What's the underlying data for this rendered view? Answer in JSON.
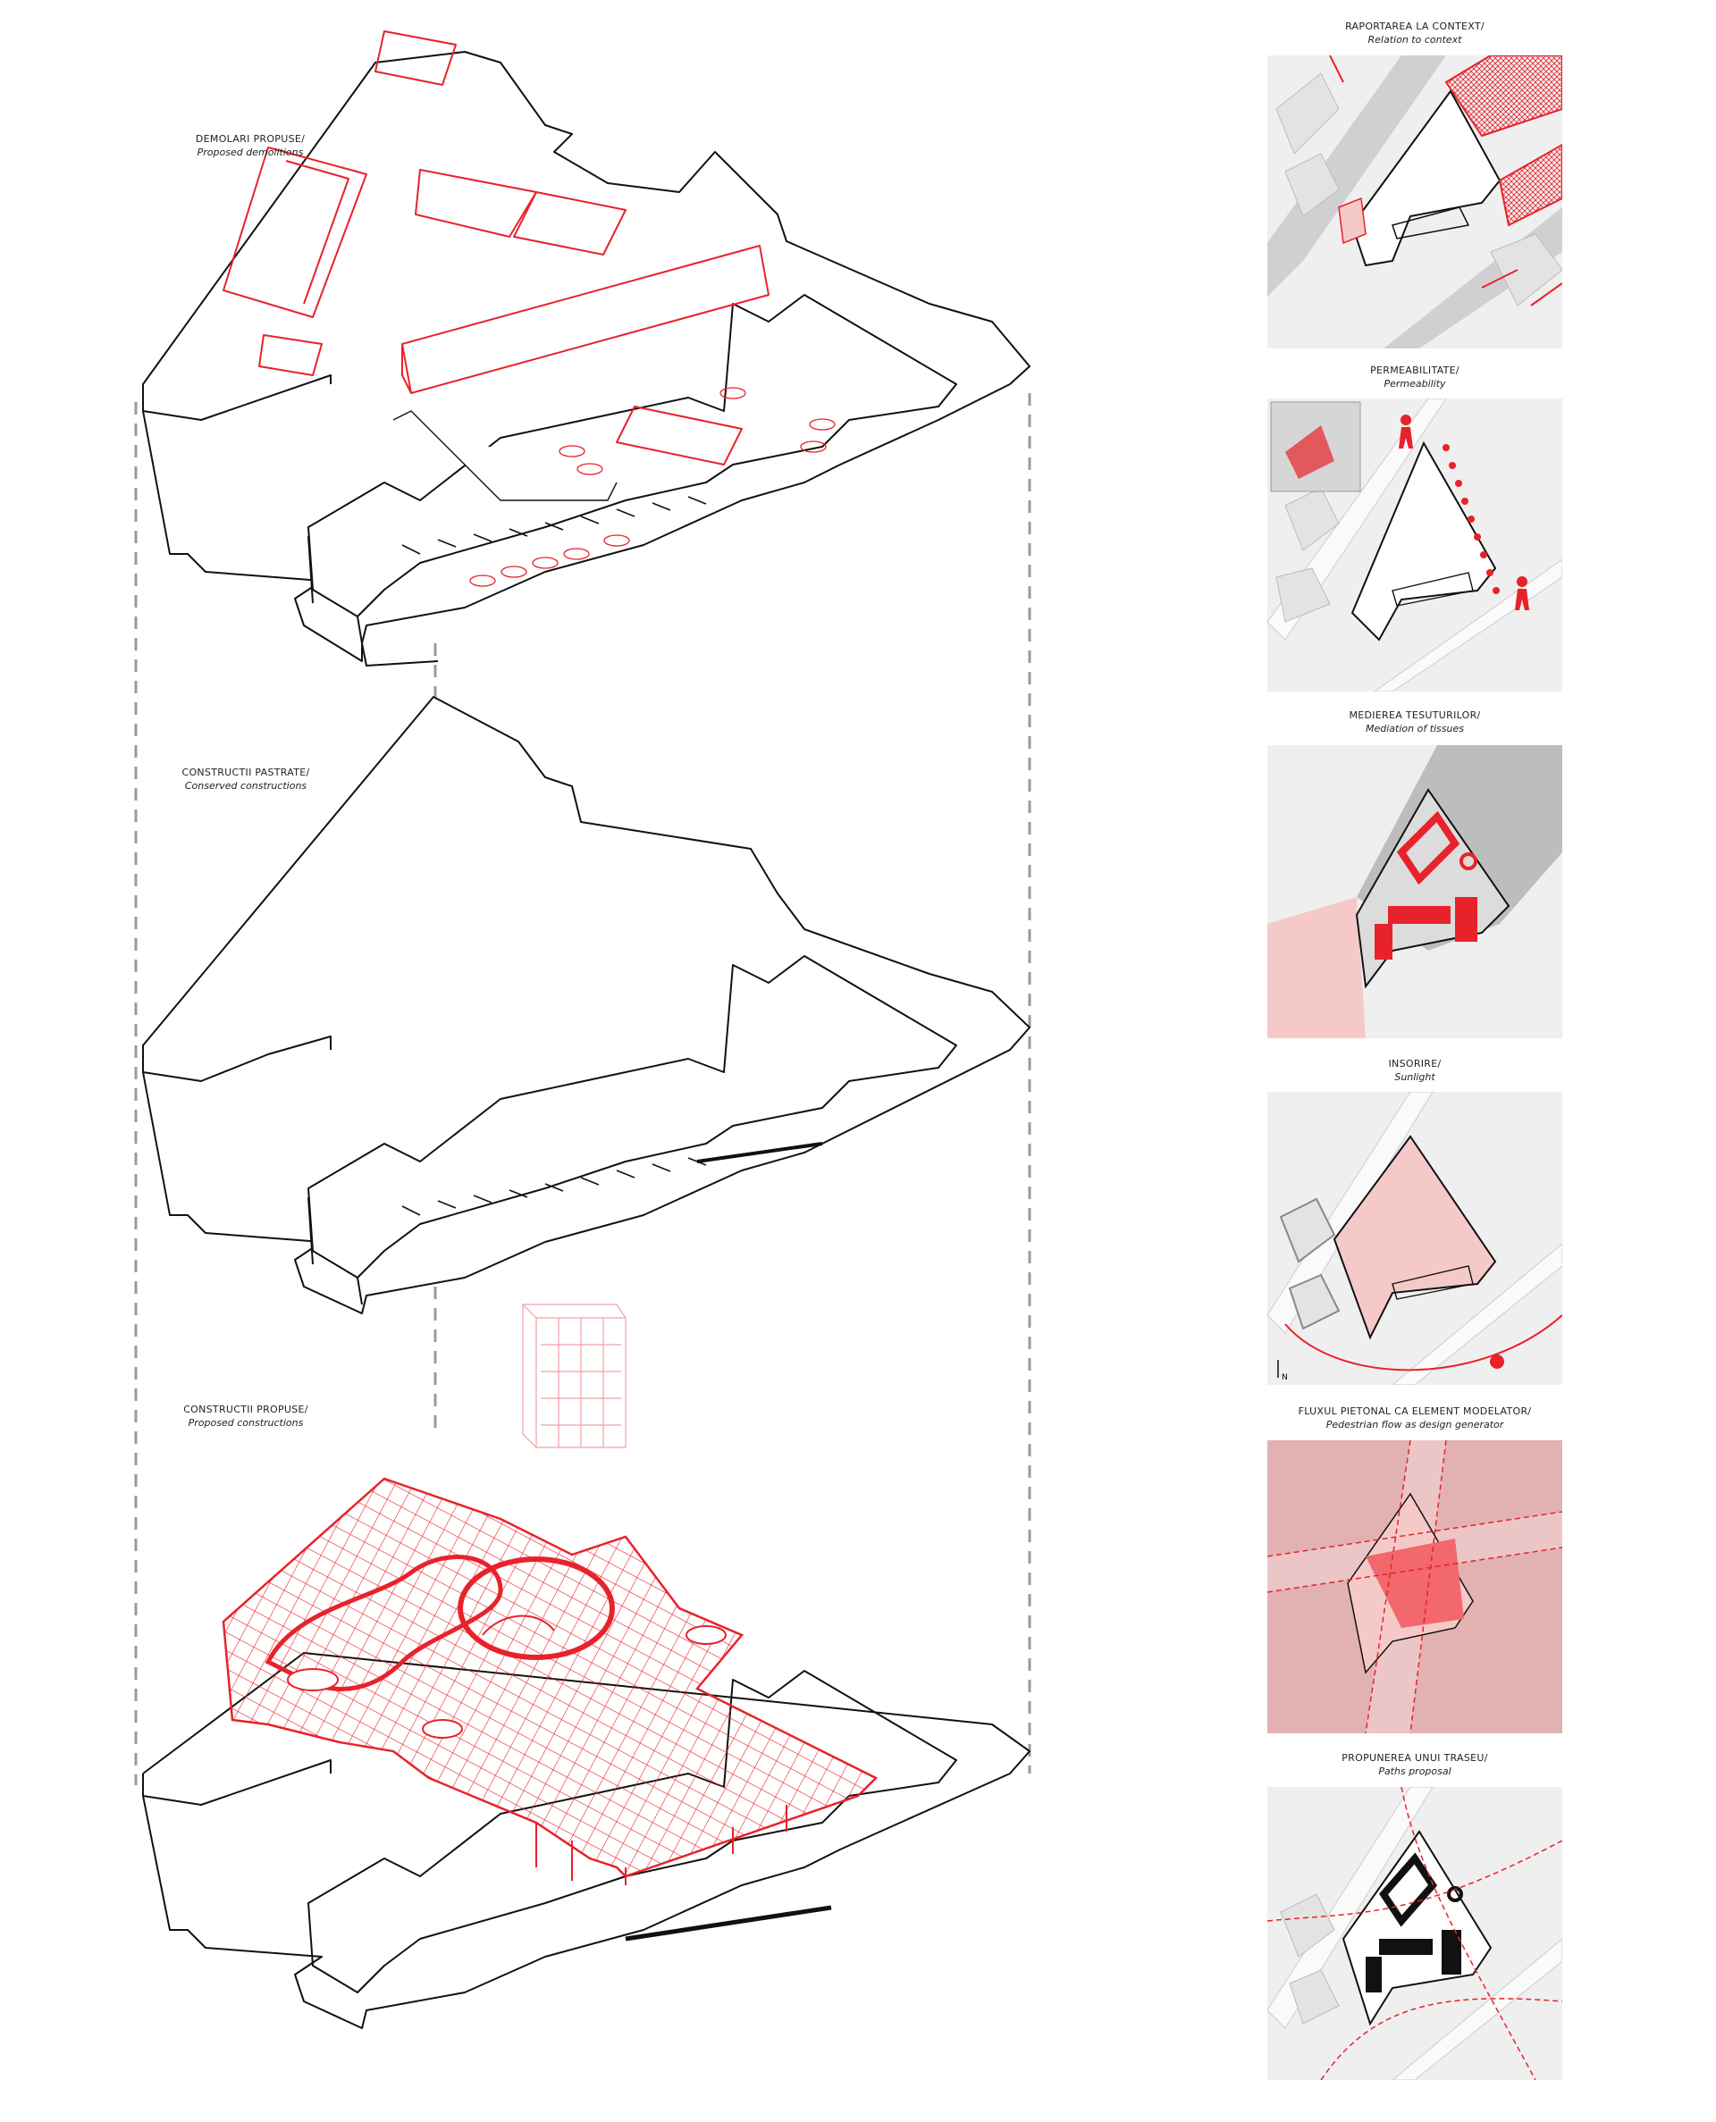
{
  "axonometric_layers": [
    {
      "title": "DEMOLARI PROPUSE/",
      "subtitle": "Proposed demolitions"
    },
    {
      "title": "CONSTRUCTII PASTRATE/",
      "subtitle": "Conserved constructions"
    },
    {
      "title": "CONSTRUCTII PROPUSE/",
      "subtitle": "Proposed constructions"
    }
  ],
  "analysis_panels": [
    {
      "title": "RAPORTAREA LA CONTEXT/",
      "subtitle": "Relation to context"
    },
    {
      "title": "PERMEABILITATE/",
      "subtitle": "Permeability"
    },
    {
      "title": "MEDIEREA TESUTURILOR/",
      "subtitle": "Mediation of tissues"
    },
    {
      "title": "INSORIRE/",
      "subtitle": "Sunlight",
      "north_label": "N"
    },
    {
      "title": "FLUXUL PIETONAL CA ELEMENT MODELATOR/",
      "subtitle": "Pedestrian flow as design generator"
    },
    {
      "title": "PROPUNEREA UNUI TRASEU/",
      "subtitle": "Paths proposal"
    }
  ],
  "colors": {
    "accent_red": "#e8222a",
    "line_black": "#111111",
    "guide_grey": "#9a9a9a",
    "map_bg": "#efefef",
    "map_block": "#d9d9d9",
    "pink_fill": "#f6c9c9",
    "dark_fill": "#bdbdbd"
  },
  "icons": [
    "pedestrian-icon",
    "sun-icon",
    "north-arrow-icon"
  ]
}
